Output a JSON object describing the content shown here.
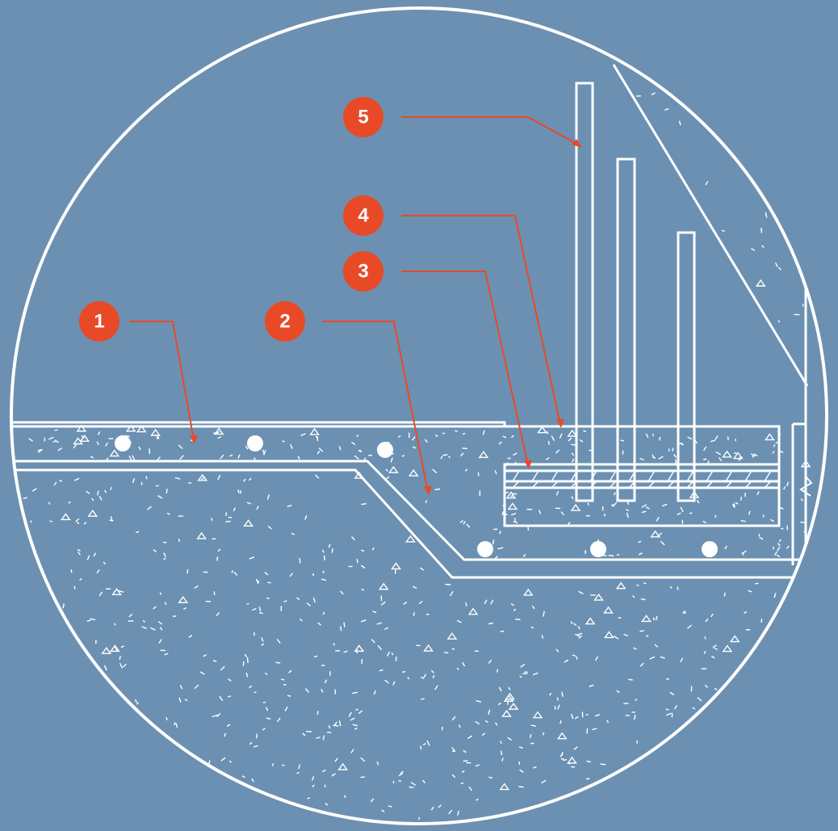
{
  "colors": {
    "background": "#6b90b2",
    "line": "#ffffff",
    "callout": "#e84a27"
  },
  "callouts": [
    {
      "id": "c1",
      "label": "1"
    },
    {
      "id": "c2",
      "label": "2"
    },
    {
      "id": "c3",
      "label": "3"
    },
    {
      "id": "c4",
      "label": "4"
    },
    {
      "id": "c5",
      "label": "5"
    }
  ]
}
